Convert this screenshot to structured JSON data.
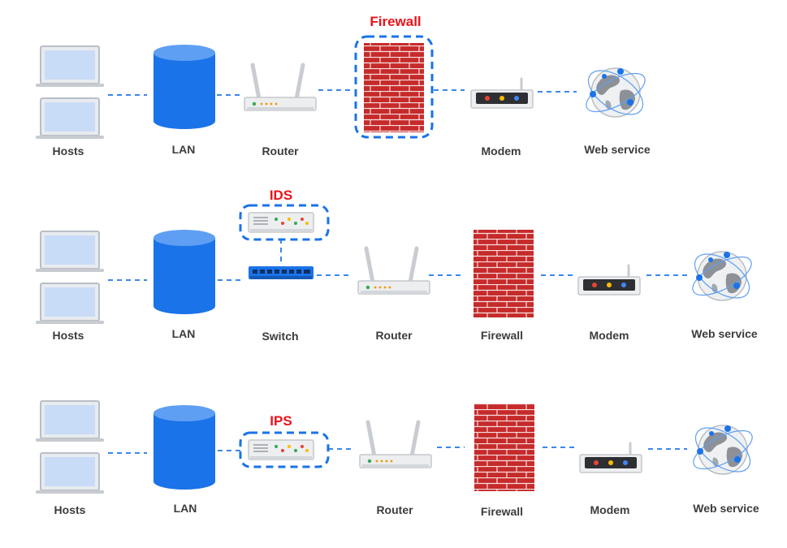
{
  "colors": {
    "highlight_border": "#1a73e8",
    "highlight_text": "#e8141b",
    "connector": "#3b87ea",
    "label_text": "#3c3c3c",
    "firewall_brick": "#c62a2a",
    "database": "#1a73e8"
  },
  "rows": [
    {
      "highlight_label": "Firewall",
      "labels": {
        "hosts": "Hosts",
        "lan": "LAN",
        "router": "Router",
        "modem": "Modem",
        "web": "Web service"
      }
    },
    {
      "highlight_label": "IDS",
      "labels": {
        "hosts": "Hosts",
        "lan": "LAN",
        "switch": "Switch",
        "router": "Router",
        "firewall": "Firewall",
        "modem": "Modem",
        "web": "Web service"
      }
    },
    {
      "highlight_label": "IPS",
      "labels": {
        "hosts": "Hosts",
        "lan": "LAN",
        "router": "Router",
        "firewall": "Firewall",
        "modem": "Modem",
        "web": "Web service"
      }
    }
  ]
}
